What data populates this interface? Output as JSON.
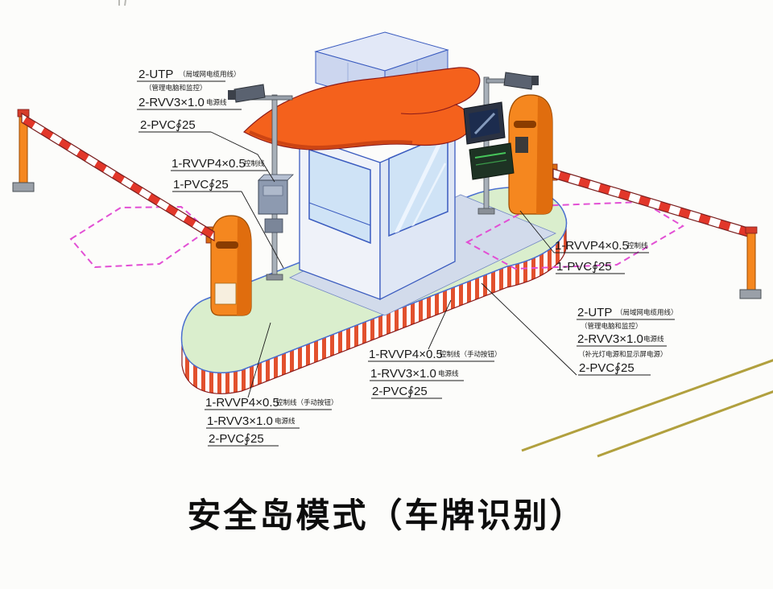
{
  "title": "安全岛模式（车牌识别）",
  "labels": {
    "top_left": {
      "l1": "2-UTP",
      "l1s": "（局域网电缆用线）",
      "l2s": "（管理电脑和监控）",
      "l3": "2-RVV3×1.0",
      "l3s": "电源线",
      "l4": "2-PVC∮25"
    },
    "left_mid": {
      "l1": "1-RVVP4×0.5",
      "l1s": "控制线",
      "l2": "1-PVC∮25"
    },
    "right_mid": {
      "l1": "1-RVVP4×0.5",
      "l1s": "控制线",
      "l2": "1-PVC∮25"
    },
    "right_low": {
      "l1": "2-UTP",
      "l1s": "（局域网电缆用线）",
      "l2s": "（管理电脑和监控）",
      "l3": "2-RVV3×1.0",
      "l3s": "电源线",
      "l4s": "（补光灯电源和显示屏电源）",
      "l5": "2-PVC∮25"
    },
    "center_low": {
      "l1": "1-RVVP4×0.5",
      "l1s": "控制线（手动按钮）",
      "l2": "1-RVV3×1.0",
      "l2s": "电源线",
      "l3": "2-PVC∮25"
    },
    "left_low": {
      "l1": "1-RVVP4×0.5",
      "l1s": "控制线（手动按钮）",
      "l2": "1-RVV3×1.0",
      "l2s": "电源线",
      "l3": "2-PVC∮25"
    }
  },
  "colors": {
    "canopy_orange": "#f4611c",
    "machine_orange": "#f5871f",
    "island_green": "#daeecd",
    "stripe_red": "#e2512e",
    "arm_red": "#e2372a",
    "outline_blue": "#3a5bbf",
    "dash_pink": "#e24fd4",
    "road_olive": "#b1a03e"
  }
}
